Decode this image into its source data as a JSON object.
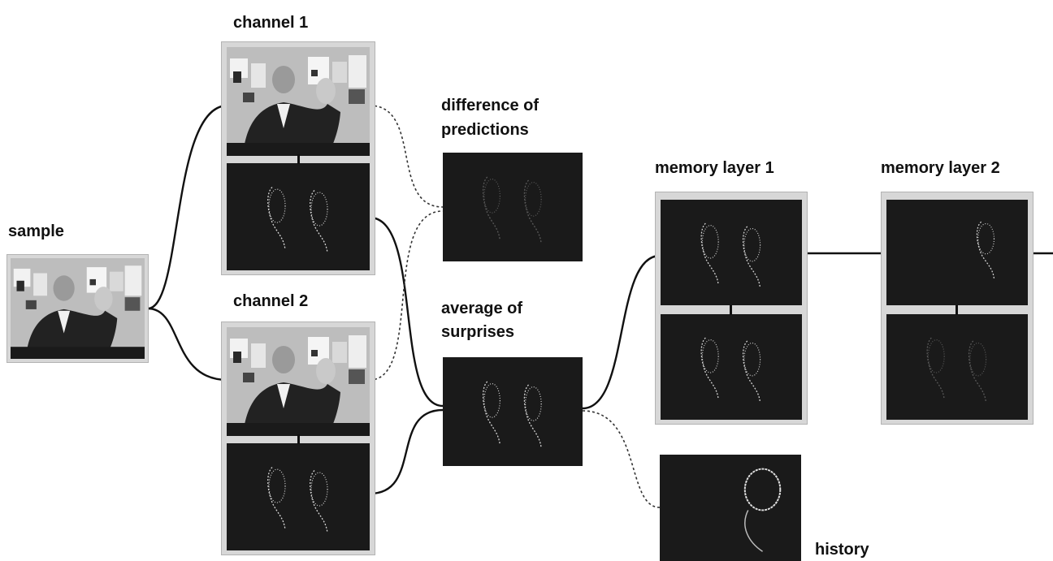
{
  "labels": {
    "sample": "sample",
    "channel1": "channel 1",
    "channel2": "channel 2",
    "difference": [
      "difference of",
      "predictions"
    ],
    "average": [
      "average of",
      "surprises"
    ],
    "memory1": "memory layer 1",
    "memory2": "memory layer 2",
    "history": "history"
  },
  "images": {
    "camera_frame": "grayscale camera frame: person raising a hand in an office",
    "edge_map": "dark map with bright outlines of head and hand"
  },
  "colors": {
    "background": "#ffffff",
    "frame": "#d7d7d7",
    "dark_panel": "#1a1a1a",
    "line": "#111111",
    "outline": "#d8d8d8"
  }
}
